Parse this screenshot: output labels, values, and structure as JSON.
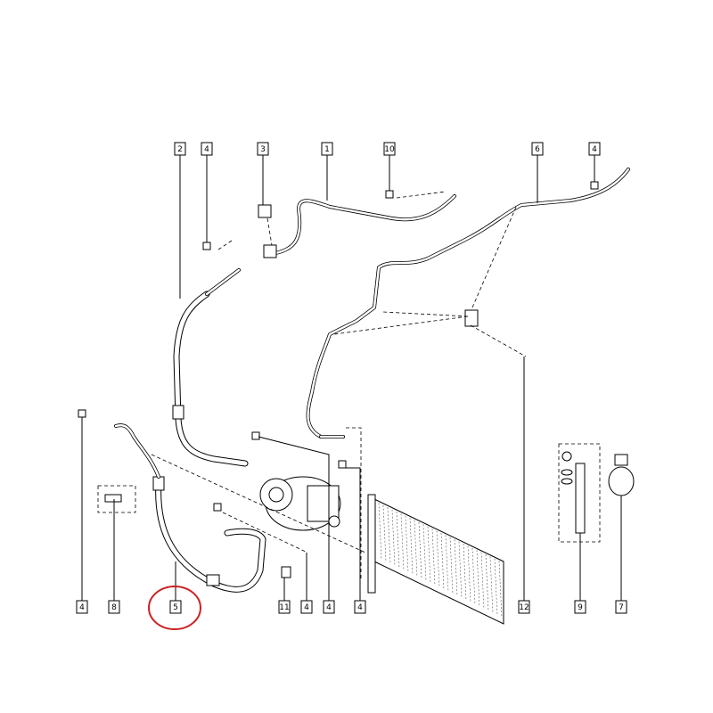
{
  "diagram": {
    "callouts_top": [
      "2",
      "4",
      "3",
      "1",
      "10",
      "6",
      "4"
    ],
    "callouts_bottom": [
      "4",
      "8",
      "5",
      "11",
      "4",
      "4",
      "4",
      "12",
      "9",
      "7"
    ],
    "highlighted_callout": "5",
    "highlight_color": "#cc2222"
  }
}
